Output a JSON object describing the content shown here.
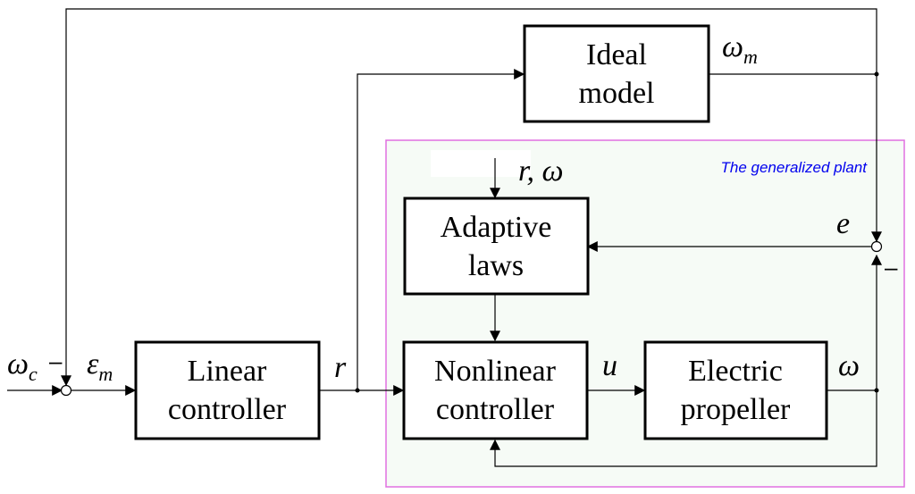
{
  "blocks": {
    "ideal_model": [
      "Ideal",
      "model"
    ],
    "adaptive_laws": [
      "Adaptive",
      "laws"
    ],
    "linear_controller": [
      "Linear",
      "controller"
    ],
    "nonlinear_controller": [
      "Nonlinear",
      "controller"
    ],
    "electric_propeller": [
      "Electric",
      "propeller"
    ]
  },
  "plant_label": "The generalized plant",
  "signals": {
    "omega_c": "ω",
    "omega_c_sub": "c",
    "epsilon_m": "ε",
    "epsilon_m_sub": "m",
    "r": "r",
    "u": "u",
    "omega": "ω",
    "omega_m": "ω",
    "omega_m_sub": "m",
    "e": "e",
    "r_omega": "r, ω"
  },
  "signs": {
    "minus_input": "–",
    "minus_error": "–"
  },
  "colors": {
    "plant_border": "#e070e0",
    "plant_fill": "#f6fbf6",
    "plant_label": "#0000ee"
  }
}
